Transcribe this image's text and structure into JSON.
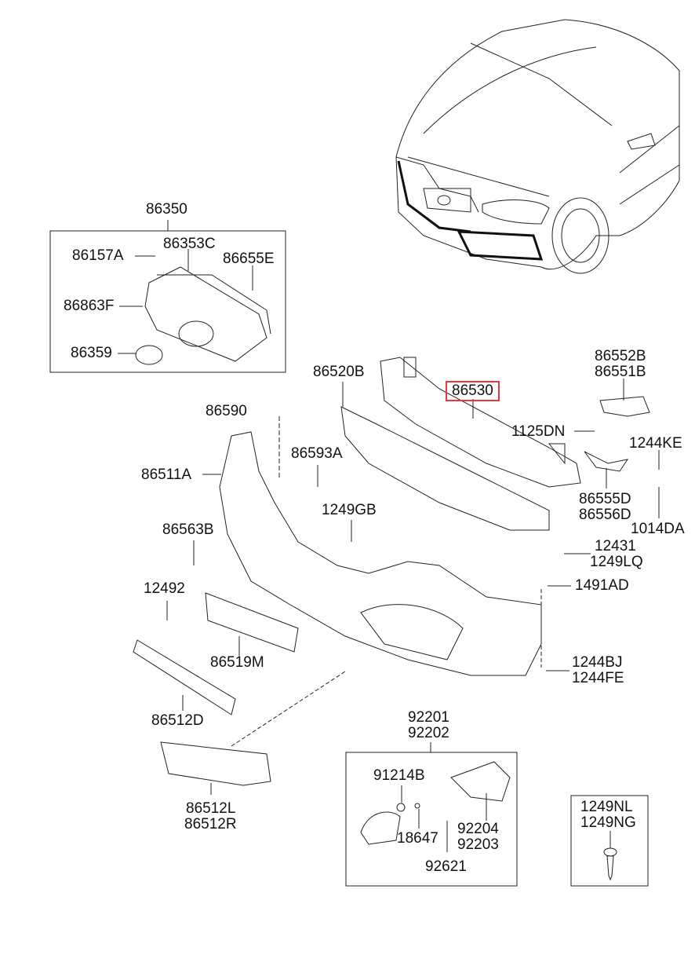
{
  "diagram": {
    "title": "Front Bumper Assembly Parts Diagram",
    "highlight_color": "#e8383d",
    "highlighted_part": "86530",
    "groups": {
      "grille_assembly": {
        "part": "86350",
        "children": [
          "86353C",
          "86157A",
          "86655E",
          "86863F",
          "86359"
        ]
      },
      "fog_lamp_assembly": {
        "parts": [
          "92201",
          "92202"
        ],
        "children": [
          "91214B",
          "18647",
          "92204",
          "92203",
          "92621"
        ]
      },
      "screw_box": {
        "parts": [
          "1249NL",
          "1249NG"
        ]
      }
    },
    "labels": {
      "p86350": "86350",
      "p86353C": "86353C",
      "p86157A": "86157A",
      "p86655E": "86655E",
      "p86863F": "86863F",
      "p86359": "86359",
      "p86520B": "86520B",
      "p86530": "86530",
      "p86552B": "86552B",
      "p86551B": "86551B",
      "p1125DN": "1125DN",
      "p1244KE": "1244KE",
      "p86555D": "86555D",
      "p86556D": "86556D",
      "p1014DA": "1014DA",
      "p86590": "86590",
      "p86593A": "86593A",
      "p86511A": "86511A",
      "p1249GB": "1249GB",
      "p86563B": "86563B",
      "p12431": "12431",
      "p1249LQ": "1249LQ",
      "p1491AD": "1491AD",
      "p12492": "12492",
      "p86519M": "86519M",
      "p1244BJ": "1244BJ",
      "p1244FE": "1244FE",
      "p86512D": "86512D",
      "p92201": "92201",
      "p92202": "92202",
      "p91214B": "91214B",
      "p92204": "92204",
      "p92203": "92203",
      "p18647": "18647",
      "p92621": "92621",
      "p86512L": "86512L",
      "p86512R": "86512R",
      "p1249NL": "1249NL",
      "p1249NG": "1249NG"
    }
  }
}
